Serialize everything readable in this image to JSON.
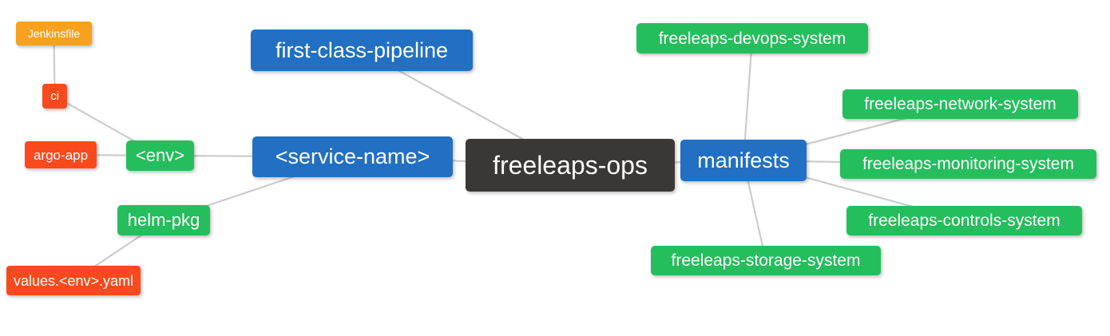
{
  "diagram": {
    "type": "mindmap",
    "root": "freeleaps-ops",
    "colors": {
      "blue": "#2170C3",
      "green": "#24BE5C",
      "red": "#FA4A1D",
      "orange": "#F8A11E",
      "dark": "#3B3734",
      "edge": "#CCCCCC",
      "text": "#FFFFFF",
      "background": "#FFFFFF"
    }
  },
  "nodes": {
    "jenkinsfile": {
      "label": "Jenkinsfile"
    },
    "ci": {
      "label": "ci"
    },
    "argo_app": {
      "label": "argo-app"
    },
    "env": {
      "label": "<env>"
    },
    "helm_pkg": {
      "label": "helm-pkg"
    },
    "values_env_yaml": {
      "label": "values.<env>.yaml"
    },
    "first_class_pipeline": {
      "label": "first-class-pipeline"
    },
    "service_name": {
      "label": "<service-name>"
    },
    "freeleaps_ops": {
      "label": "freeleaps-ops"
    },
    "manifests": {
      "label": "manifests"
    },
    "devops_system": {
      "label": "freeleaps-devops-system"
    },
    "network_system": {
      "label": "freeleaps-network-system"
    },
    "monitoring_system": {
      "label": "freeleaps-monitoring-system"
    },
    "controls_system": {
      "label": "freeleaps-controls-system"
    },
    "storage_system": {
      "label": "freeleaps-storage-system"
    }
  },
  "edges": [
    [
      "jenkinsfile",
      "ci"
    ],
    [
      "ci",
      "env"
    ],
    [
      "argo_app",
      "env"
    ],
    [
      "env",
      "service_name"
    ],
    [
      "helm_pkg",
      "service_name"
    ],
    [
      "values_env_yaml",
      "helm_pkg"
    ],
    [
      "first_class_pipeline",
      "freeleaps_ops"
    ],
    [
      "service_name",
      "freeleaps_ops"
    ],
    [
      "freeleaps_ops",
      "manifests"
    ],
    [
      "manifests",
      "devops_system"
    ],
    [
      "manifests",
      "network_system"
    ],
    [
      "manifests",
      "monitoring_system"
    ],
    [
      "manifests",
      "controls_system"
    ],
    [
      "manifests",
      "storage_system"
    ]
  ]
}
